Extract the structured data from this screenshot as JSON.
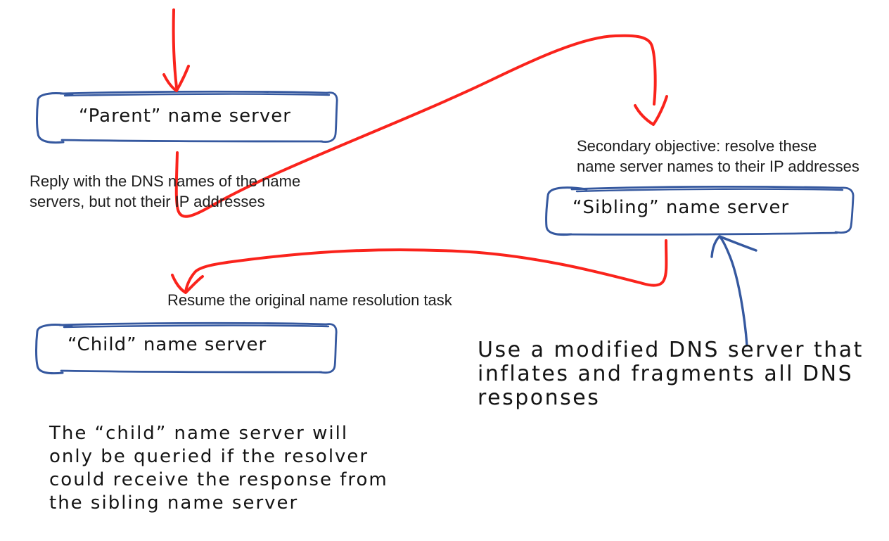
{
  "diagram": {
    "kind": "hand-drawn DNS resolution sketch",
    "colors": {
      "ink_blue": "#35589f",
      "ink_red": "#fa231c",
      "text_black": "#1d1d1d"
    },
    "nodes": {
      "parent": {
        "label": "“Parent” name server"
      },
      "sibling": {
        "label": "“Sibling” name server"
      },
      "child": {
        "label": "“Child” name server"
      }
    },
    "annotations": {
      "reply_lines": [
        "Reply with the DNS names of the name",
        "servers, but not their IP addresses"
      ],
      "secondary_lines": [
        "Secondary objective: resolve these",
        "name server names to their IP addresses"
      ],
      "resume": "Resume the original name resolution task",
      "modified_lines": [
        "Use a modified DNS server that",
        "inflates and fragments all DNS",
        "responses"
      ],
      "child_note_lines": [
        "The “child” name server will",
        "only be queried if the resolver",
        "could receive the response from",
        "the sibling name server"
      ]
    },
    "arrows": [
      {
        "name": "arrow-into-parent",
        "color": "red",
        "from": "top of page",
        "to": "parent name server box"
      },
      {
        "name": "arrow-parent-to-secondary",
        "color": "red",
        "from": "below parent box",
        "to": "secondary objective note"
      },
      {
        "name": "arrow-sibling-to-resume",
        "color": "red",
        "from": "sibling box bottom",
        "to": "resume task note"
      },
      {
        "name": "arrow-note-to-sibling",
        "color": "blue",
        "from": "modified DNS server note",
        "to": "sibling box bottom"
      }
    ]
  }
}
